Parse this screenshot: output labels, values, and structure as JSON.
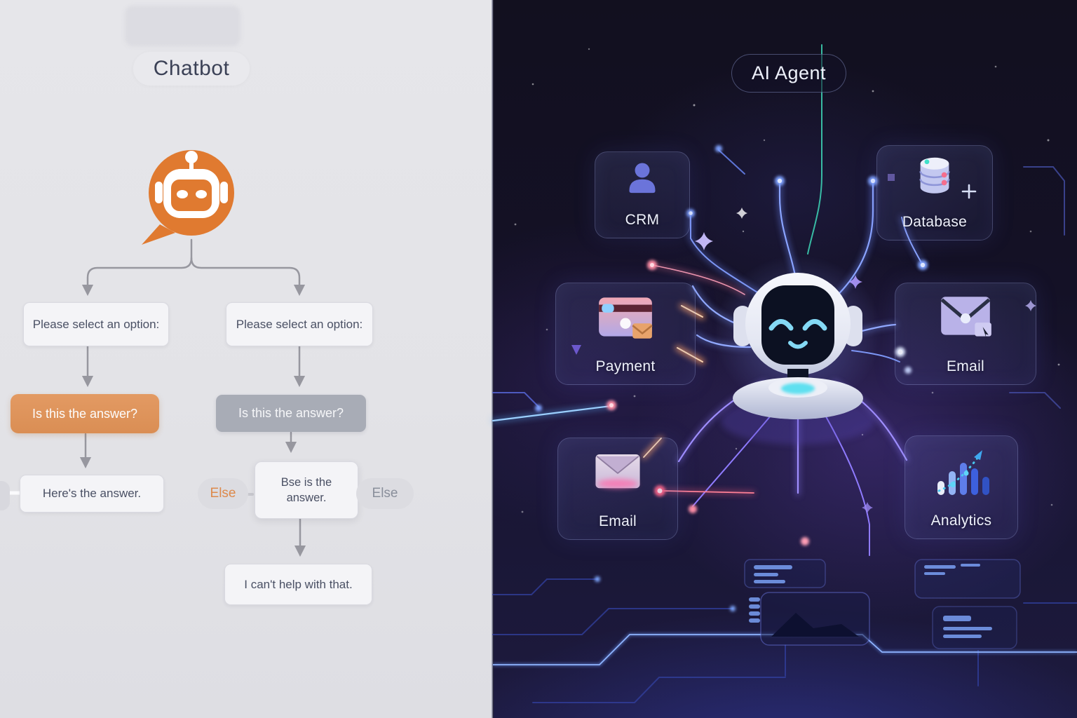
{
  "chatbot_panel": {
    "title": "Chatbot",
    "icon": "chatbot-speech-bubble-robot-icon",
    "accent_color": "#E07A30",
    "nodes": {
      "prompt_left": "Please select an option:",
      "prompt_right": "Please select an option:",
      "question_highlighted": "Is this the answer?",
      "question_muted": "Is this the answer?",
      "answer": "Here's the answer.",
      "else_branch": "Bse is the answer.",
      "else_label_left": "Else",
      "else_label_right": "Else",
      "fallback": "I can't help with that."
    },
    "colors": {
      "background": "#E4E4E8",
      "highlight_node": "#DE945D",
      "muted_node": "#A8ACB6",
      "text": "#4A5064",
      "connector": "#97979F",
      "else_left_text": "#DD8A4C",
      "else_right_text": "#8A8F9B"
    }
  },
  "agent_panel": {
    "title": "AI Agent",
    "icon": "ai-robot-mascot",
    "cards": [
      {
        "label": "CRM",
        "icon": "user-icon"
      },
      {
        "label": "Database",
        "icon": "database-icon"
      },
      {
        "label": "Payment",
        "icon": "credit-card-icon"
      },
      {
        "label": "Email",
        "icon": "envelope-icon"
      },
      {
        "label": "Email",
        "icon": "envelope-icon"
      },
      {
        "label": "Analytics",
        "icon": "bar-chart-icon"
      }
    ],
    "colors": {
      "background": "#141126",
      "card_border": "rgba(165,175,235,0.28)",
      "glow_blue": "#6E8CFF",
      "glow_pink": "#FF6F8E",
      "glow_teal": "#4FD8C8",
      "label": "#EEF1FB"
    }
  }
}
